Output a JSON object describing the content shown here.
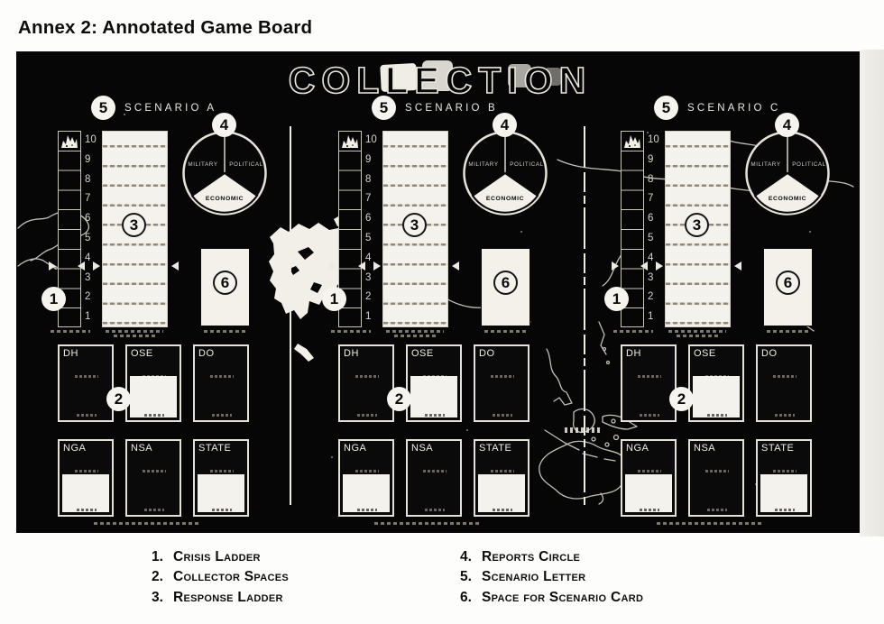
{
  "page": {
    "title": "Annex 2: Annotated Game Board"
  },
  "board": {
    "title": "COLLECTION",
    "scenarios": [
      {
        "label": "SCENARIO A",
        "badge_scenario": "5",
        "badge_crisis": "1",
        "badge_collectors": "2",
        "badge_response": "3",
        "badge_reports": "4",
        "badge_card": "6",
        "crisis_ticks": [
          "10",
          "9",
          "8",
          "7",
          "6",
          "5",
          "4",
          "3",
          "2",
          "1"
        ],
        "reports": {
          "military": "MILITARY",
          "political": "POLITICAL",
          "economic": "ECONOMIC"
        },
        "collectors_row1": [
          "DH",
          "OSE",
          "DO"
        ],
        "collectors_row2": [
          "NGA",
          "NSA",
          "STATE"
        ]
      },
      {
        "label": "SCENARIO B",
        "badge_scenario": "5",
        "badge_crisis": "1",
        "badge_collectors": "2",
        "badge_response": "3",
        "badge_reports": "4",
        "badge_card": "6",
        "crisis_ticks": [
          "10",
          "9",
          "8",
          "7",
          "6",
          "5",
          "4",
          "3",
          "2",
          "1"
        ],
        "reports": {
          "military": "MILITARY",
          "political": "POLITICAL",
          "economic": "ECONOMIC"
        },
        "collectors_row1": [
          "DH",
          "OSE",
          "DO"
        ],
        "collectors_row2": [
          "NGA",
          "NSA",
          "STATE"
        ]
      },
      {
        "label": "SCENARIO C",
        "badge_scenario": "5",
        "badge_crisis": "1",
        "badge_collectors": "2",
        "badge_response": "3",
        "badge_reports": "4",
        "badge_card": "6",
        "crisis_ticks": [
          "10",
          "9",
          "8",
          "7",
          "6",
          "5",
          "4",
          "3",
          "2",
          "1"
        ],
        "reports": {
          "military": "MILITARY",
          "political": "POLITICAL",
          "economic": "ECONOMIC"
        },
        "collectors_row1": [
          "DH",
          "OSE",
          "DO"
        ],
        "collectors_row2": [
          "NGA",
          "NSA",
          "STATE"
        ]
      }
    ]
  },
  "legend": {
    "items_left": [
      {
        "num": "1.",
        "label": "Crisis Ladder"
      },
      {
        "num": "2.",
        "label": "Collector Spaces"
      },
      {
        "num": "3.",
        "label": "Response Ladder"
      }
    ],
    "items_right": [
      {
        "num": "4.",
        "label": "Reports Circle"
      },
      {
        "num": "5.",
        "label": "Scenario Letter"
      },
      {
        "num": "6.",
        "label": "Space for Scenario Card"
      }
    ]
  }
}
